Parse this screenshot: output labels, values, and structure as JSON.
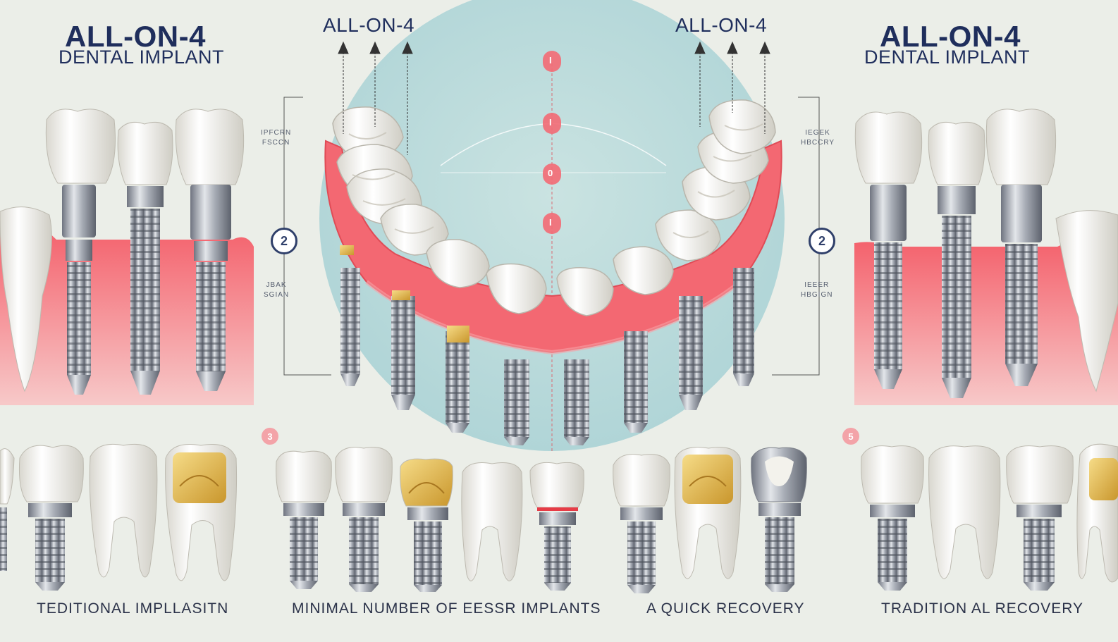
{
  "titles": {
    "left_main": "ALL-ON-4",
    "left_sub": "DENTAL IMPLANT",
    "right_main": "ALL-ON-4",
    "right_sub": "DENTAL IMPLANT",
    "center_left": "ALL-ON-4",
    "center_right": "ALL-ON-4"
  },
  "side_labels": {
    "left_top": "IPFCRN\nFSCCN",
    "left_badge": "2",
    "left_bottom": "JBAK\nSGIAN",
    "right_top": "IEGEK\nHBCCRY",
    "right_badge": "2",
    "right_bottom": "IEEER\nHBGIGN"
  },
  "arch_markers": [
    "I",
    "I",
    "0",
    "I"
  ],
  "section_badges": {
    "left": "3",
    "right": "5"
  },
  "captions": {
    "c1": "TEDITIONAL IMPLLASITN",
    "c2": "MINIMAL NUMBER OF EESSR IMPLANTS",
    "c3": "A QUICK RECOVERY",
    "c4": "TRADITION  AL RECOVERY"
  },
  "colors": {
    "background": "#ebeee8",
    "gum": "#f26b74",
    "tooth": "#f7f6f1",
    "metal": "#9ca1ab",
    "gold": "#e8c04c",
    "title_navy": "#1f2e5c",
    "arch_circle": "#a9d3d6"
  }
}
